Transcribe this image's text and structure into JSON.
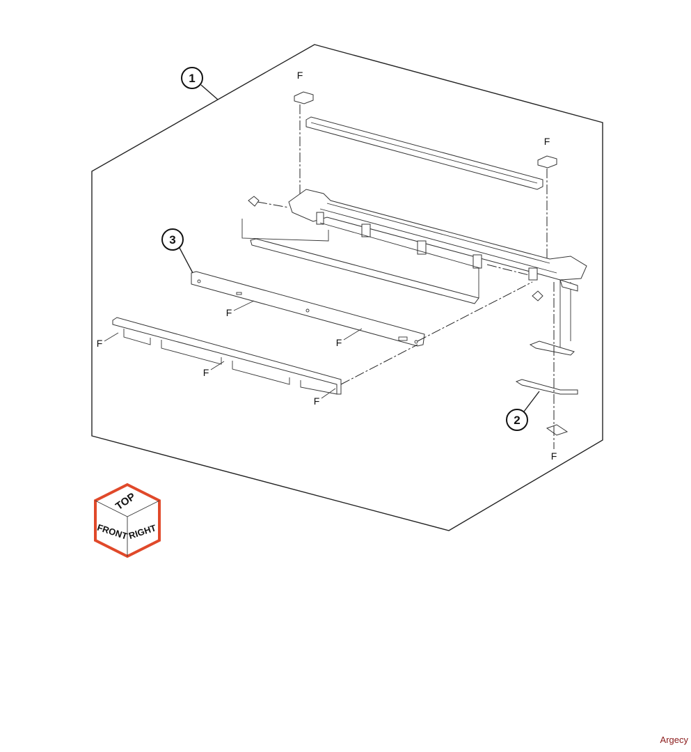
{
  "diagram": {
    "callouts": [
      "1",
      "2",
      "3"
    ],
    "fastener_label": "F",
    "orientation_cube": {
      "top": "TOP",
      "front": "FRONT",
      "right": "RIGHT",
      "border_color": "#e0492a"
    }
  },
  "watermark": "Argecy"
}
